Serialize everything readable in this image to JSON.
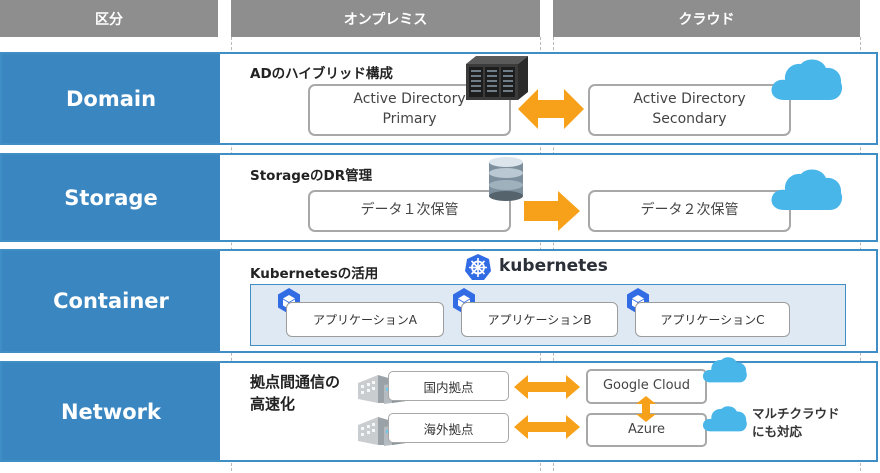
{
  "header": {
    "col1": "区分",
    "col2": "オンプレミス",
    "col3": "クラウド"
  },
  "rows": {
    "domain": {
      "category": "Domain",
      "title": "ADのハイブリッド構成",
      "onprem_box": "Active Directory\nPrimary",
      "cloud_box": "Active Directory\nSecondary"
    },
    "storage": {
      "category": "Storage",
      "title": "StorageのDR管理",
      "onprem_box": "データ１次保管",
      "cloud_box": "データ２次保管"
    },
    "container": {
      "category": "Container",
      "title": "Kubernetesの活用",
      "logo_text": "kubernetes",
      "apps": [
        "アプリケーションA",
        "アプリケーションB",
        "アプリケーションC"
      ]
    },
    "network": {
      "category": "Network",
      "title": "拠点間通信の\n高速化",
      "sites": [
        "国内拠点",
        "海外拠点"
      ],
      "clouds": [
        "Google Cloud",
        "Azure"
      ],
      "note": "マルチクラウド\nにも対応"
    }
  },
  "colors": {
    "category_blue": "#3a86c0",
    "border_blue": "#3f8ec6",
    "arrow_orange": "#f7a11a",
    "header_gray": "#8e8e8e",
    "cloud_blue": "#49b6ea"
  },
  "icons": [
    "server-rack-icon",
    "database-icon",
    "cloud-icon",
    "kubernetes-logo-icon",
    "cube-icon",
    "building-icon"
  ]
}
